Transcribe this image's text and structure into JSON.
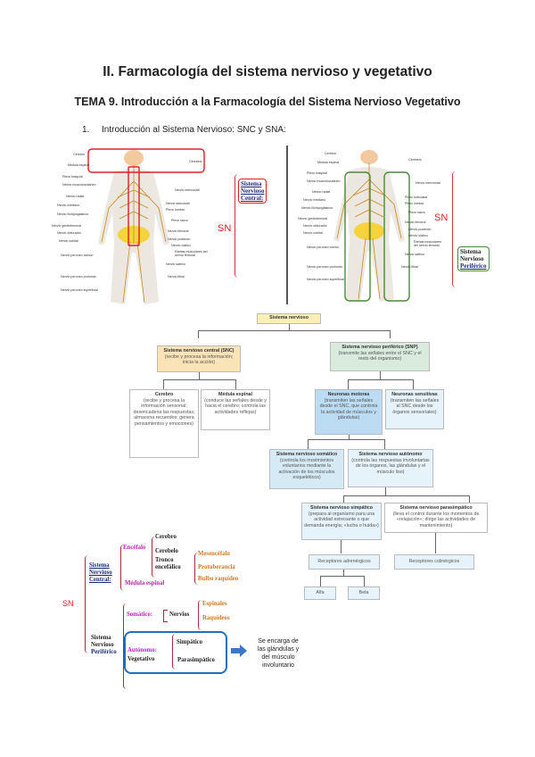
{
  "document": {
    "title": "II. Farmacología del sistema nervioso y vegetativo",
    "subtitle": "TEMA 9. Introducción a la Farmacología del Sistema Nervioso Vegetativo",
    "section": {
      "number": "1.",
      "text": "Introducción al Sistema Nervioso: SNC y SNA:"
    }
  },
  "figure_snc": {
    "labels_left": [
      "Cerebro",
      "Médula espinal",
      "Plexo braquial",
      "Nervio musculocutáneo",
      "Nervio radial",
      "Nervio mediano",
      "Nervio iliohipogástrico",
      "Nervio genitofemoral",
      "Nervio obturador",
      "Nervio cubital",
      "Nervio peroneo común",
      "Nervio peroneo profundo",
      "Nervio peroneo superficial"
    ],
    "labels_right": [
      "Cerebelo",
      "Nervio intercostal",
      "Nervio subcostal",
      "Plexo lumbar",
      "Plexo sacro",
      "Nervio femoral",
      "Nervio pudendo",
      "Nervio ciático",
      "Ramas musculares del nervio femoral",
      "Nervio safeno",
      "Nervio tibial"
    ],
    "sn_label": "SN",
    "box_label": [
      "Sistema",
      "Nervioso",
      "Central:"
    ]
  },
  "figure_snp": {
    "labels_left": [
      "Cerebro",
      "Médula espinal",
      "Plexo braquial",
      "Nervio musculocutáneo",
      "Nervio radial",
      "Nervio mediano",
      "Nervio iliohipogástrico",
      "Nervio genitofemoral",
      "Nervio obturador",
      "Nervio cubital",
      "Nervio peroneo común",
      "Nervio peroneo profundo",
      "Nervio peroneo superficial"
    ],
    "labels_right": [
      "Cerebelo",
      "Nervio intercostal",
      "Plexo subcostal",
      "Plexo lumbar",
      "Plexo sacro",
      "Nervio femoral",
      "Nervio pudendo",
      "Nervio ciático",
      "Ramas musculares del nervio femoral",
      "Nervio safeno",
      "Nervio tibial"
    ],
    "sn_label": "SN",
    "box_label": [
      "Sistema",
      "Nervioso",
      "Periférico"
    ]
  },
  "flowchart": {
    "root": "Sistema nervioso",
    "snc": {
      "title": "Sistema nervioso central (SNC)",
      "desc": "(recibe y procesa la información; inicia la acción)"
    },
    "snp": {
      "title": "Sistema nervioso periférico (SNP)",
      "desc": "(transmite las señales entre el SNC y el resto del organismo)"
    },
    "cerebro": {
      "title": "Cerebro",
      "desc": "(recibe y procesa la información sensorial; desencadena las respuestas; almacena recuerdos; genera pensamientos y emociones)"
    },
    "medula": {
      "title": "Médula espinal",
      "desc": "(conduce las señales desde y hacia el cerebro; controla las actividades reflejas)"
    },
    "motoras": {
      "title": "Neuronas motoras",
      "desc": "(transmiten las señales desde el SNC, que controla la actividad de músculos y glándulas)"
    },
    "sensitivas": {
      "title": "Neuronas sensitivas",
      "desc": "(transmiten las señales al SNC desde los órganos sensoriales)"
    },
    "somatico": {
      "title": "Sistema nervioso somático",
      "desc": "(controla los movimientos voluntarios mediante la activación de los músculos esqueléticos)"
    },
    "autonomo": {
      "title": "Sistema nervioso autónomo",
      "desc": "(controla las respuestas involuntarias de los órganos, las glándulas y el músculo liso)"
    },
    "simpatico": {
      "title": "Sistema nervioso simpático",
      "desc": "(prepara al organismo para una actividad estresante o que demanda energía; «lucha o huida»)"
    },
    "parasimpatico": {
      "title": "Sistema nervioso parasimpático",
      "desc": "(lleva el control durante los momentos de «relajación»; dirige las actividades de mantenimiento)"
    },
    "adrenergicos": "Receptores adrenérgicos",
    "colinergicos": "Receptores colinérgicos",
    "alfa": "Alfa",
    "beta": "Beta"
  },
  "concept_map": {
    "sn": "SN",
    "snc_label": [
      "Sistema",
      "Nervioso",
      "Central:"
    ],
    "encefalo": "Encéfalo",
    "cerebro": "Cerebro",
    "cerebelo": "Cerebelo",
    "tronco": [
      "Tronco",
      "encefálico"
    ],
    "mesencefalo": "Mesencéfalo",
    "protuberancia": "Protuberancia",
    "bulbo": "Bulbo raquídeo",
    "medula": "Médula espinal",
    "snp_label": [
      "Sistema",
      "Nervioso",
      "Periférico"
    ],
    "somatico": "Somático:",
    "nervios": "Nervios",
    "espinales": "Espinales",
    "raquideos": "Raquídeos",
    "autonomo": "Autónomo:",
    "vegetativo": "Vegetativo",
    "simpatico": "Simpático",
    "parasimpatico": "Parasimpático",
    "note": [
      "Se encarga de",
      "las glándulas y",
      "del músculo",
      "involuntario"
    ]
  },
  "colors": {
    "red": "#e02020",
    "green": "#4a8a3a",
    "blue": "#1f6fc0",
    "magenta": "#c020c0",
    "orange": "#d07820",
    "navy": "#1a2a7a"
  }
}
